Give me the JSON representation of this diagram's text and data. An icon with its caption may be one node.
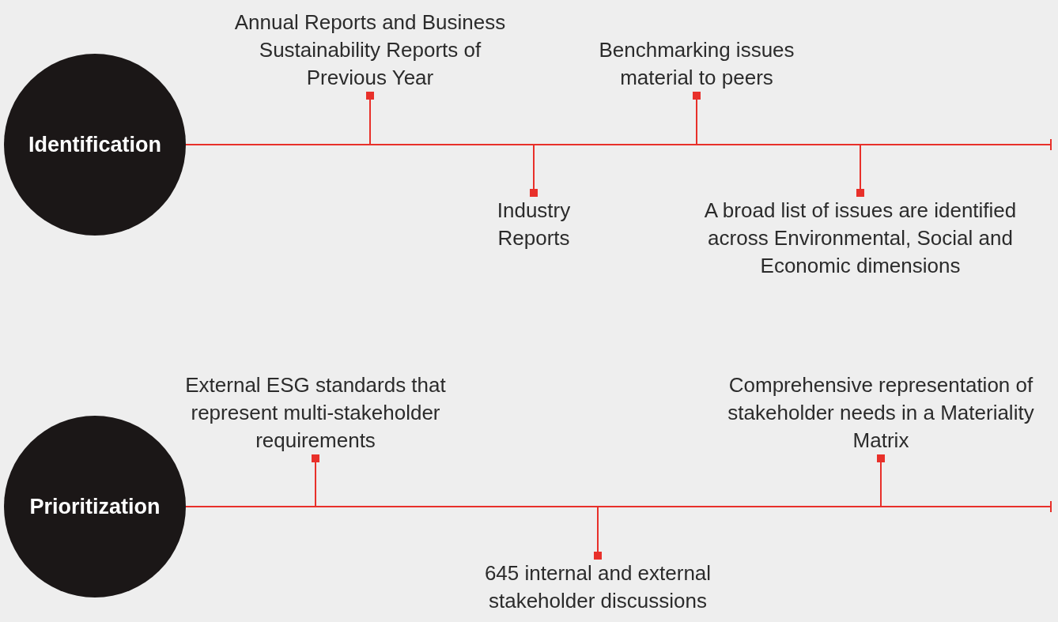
{
  "diagram": {
    "nodes": [
      {
        "text": [
          "Identification"
        ]
      },
      {
        "text": [
          "Annual Reports and Business Sustainability Reports of Previous Year"
        ]
      },
      {
        "text": [
          "Industry Reports"
        ]
      },
      {
        "text": [
          "Benchmarking issues material to peers"
        ]
      },
      {
        "text": [
          "A broad list of issues are identified across Environmental, Social and Economic dimensions"
        ]
      },
      {
        "text": [
          "Prioritization"
        ]
      },
      {
        "text": [
          "External ESG standards that represent multi-stakeholder requirements"
        ]
      },
      {
        "text": [
          "645 internal and external stakeholder discussions"
        ]
      },
      {
        "text": [
          "Comprehensive representation of stakeholder needs in a Materiality Matrix"
        ]
      }
    ],
    "edges": [
      {
        "from": 0,
        "to": null,
        "arrow": "other"
      },
      {
        "from": 1,
        "to": null,
        "arrow": "other"
      },
      {
        "from": 2,
        "to": null,
        "arrow": "other"
      },
      {
        "from": 3,
        "to": null,
        "arrow": "other"
      },
      {
        "from": 4,
        "to": null,
        "arrow": "other"
      },
      {
        "from": 5,
        "to": null,
        "arrow": "other"
      },
      {
        "from": 6,
        "to": null,
        "arrow": "other"
      },
      {
        "from": 7,
        "to": null,
        "arrow": "other"
      },
      {
        "from": 8,
        "to": null,
        "arrow": "other"
      }
    ]
  }
}
